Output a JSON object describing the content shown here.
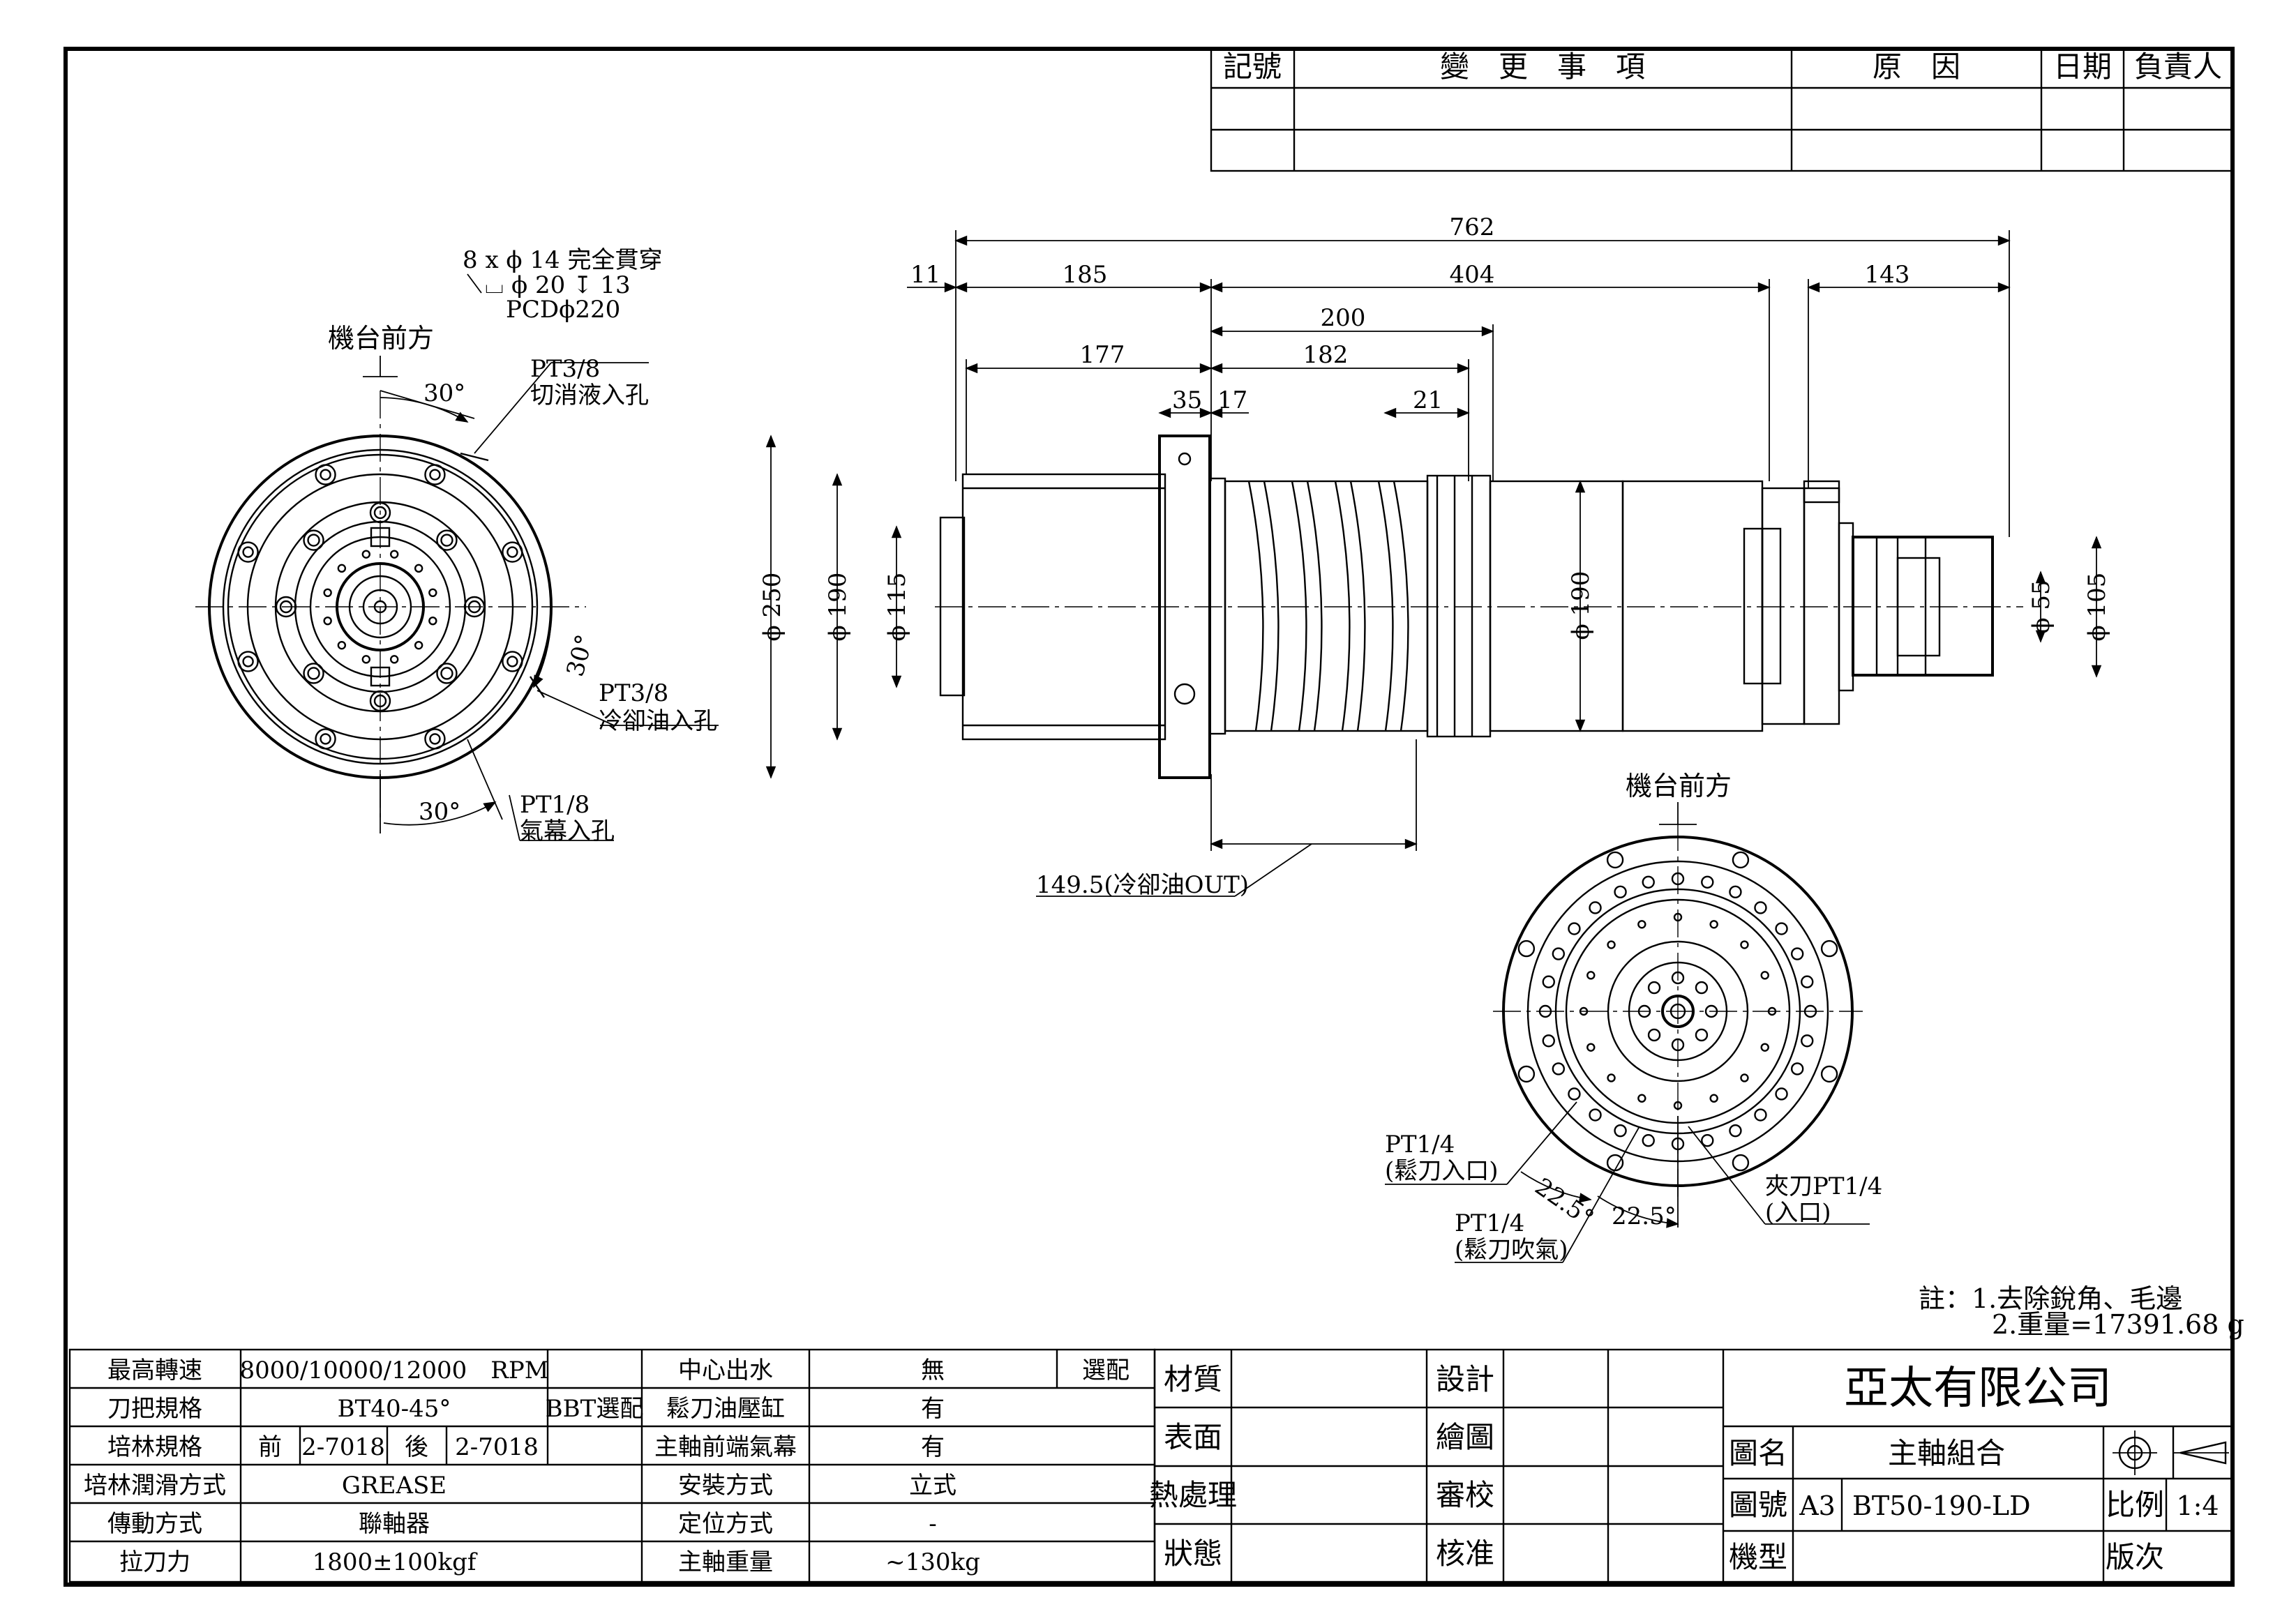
{
  "revision_table": {
    "headers": [
      "記號",
      "變　更　事　項",
      "原　因",
      "日期",
      "負責人"
    ]
  },
  "front_view": {
    "holes_note_1": "8 x ϕ 14 完全貫穿",
    "holes_note_2": "⌴ ϕ 20 ↧ 13",
    "holes_note_3": "PCDϕ220",
    "front_label": "機台前方",
    "port_coolant_size": "PT3/8",
    "port_coolant_name": "切消液入孔",
    "port_oil_size": "PT3/8",
    "port_oil_name": "冷卻油入孔",
    "port_air_size": "PT1/8",
    "port_air_name": "氣幕入孔",
    "angle_1": "30°",
    "angle_2": "30°",
    "angle_3": "30°"
  },
  "side_view": {
    "dims_top": [
      "762",
      "11",
      "185",
      "404",
      "143",
      "200",
      "177",
      "182",
      "35",
      "17",
      "21"
    ],
    "dims_dia": [
      "ϕ 250",
      "ϕ 190",
      "ϕ 115",
      "ϕ 190",
      "ϕ 55",
      "ϕ 105"
    ],
    "coolant_out": "149.5(冷卻油OUT)"
  },
  "rear_view": {
    "front_label": "機台前方",
    "port_release_size": "PT1/4",
    "port_release_name": "(鬆刀入口)",
    "port_blow_size": "PT1/4",
    "port_blow_name": "(鬆刀吹氣)",
    "port_clamp_size": "夾刀PT1/4",
    "port_clamp_name": "(入口)",
    "angle_1": "22.5°",
    "angle_2": "22.5°"
  },
  "notes": {
    "note_1": "註：1.去除銳角、毛邊",
    "note_2": "2.重量=17391.68 g"
  },
  "spec_table": {
    "rows": [
      {
        "label": "最高轉速",
        "value": "8000/10000/12000　RPM",
        "extra": "",
        "label2": "中心出水",
        "value2": "無",
        "extra2": "選配"
      },
      {
        "label": "刀把規格",
        "value": "BT40-45°",
        "extra": "BBT選配",
        "label2": "鬆刀油壓缸",
        "value2": "有",
        "extra2": ""
      },
      {
        "label": "培林規格",
        "value": "",
        "extra": "",
        "label2": "主軸前端氣幕",
        "value2": "有",
        "extra2": ""
      },
      {
        "label": "培林潤滑方式",
        "value": "GREASE",
        "extra": "",
        "label2": "安裝方式",
        "value2": "立式",
        "extra2": ""
      },
      {
        "label": "傳動方式",
        "value": "聯軸器",
        "extra": "",
        "label2": "定位方式",
        "value2": "-",
        "extra2": ""
      },
      {
        "label": "拉刀力",
        "value": "1800±100kgf",
        "extra": "",
        "label2": "主軸重量",
        "value2": "~130kg",
        "extra2": ""
      }
    ],
    "bearing": {
      "front_label": "前",
      "front_value": "2-7018",
      "rear_label": "後",
      "rear_value": "2-7018"
    }
  },
  "title_block": {
    "material": "材質",
    "surface": "表面",
    "heat": "熱處理",
    "state": "狀態",
    "design": "設計",
    "draw": "繪圖",
    "check": "審校",
    "approve": "核准",
    "company": "亞太有限公司",
    "name_label": "圖名",
    "name_value": "主軸組合",
    "number_label": "圖號",
    "size": "A3",
    "number_value": "BT50-190-LD",
    "scale_label": "比例",
    "scale_value": "1:4",
    "model_label": "機型",
    "version_label": "版次"
  }
}
